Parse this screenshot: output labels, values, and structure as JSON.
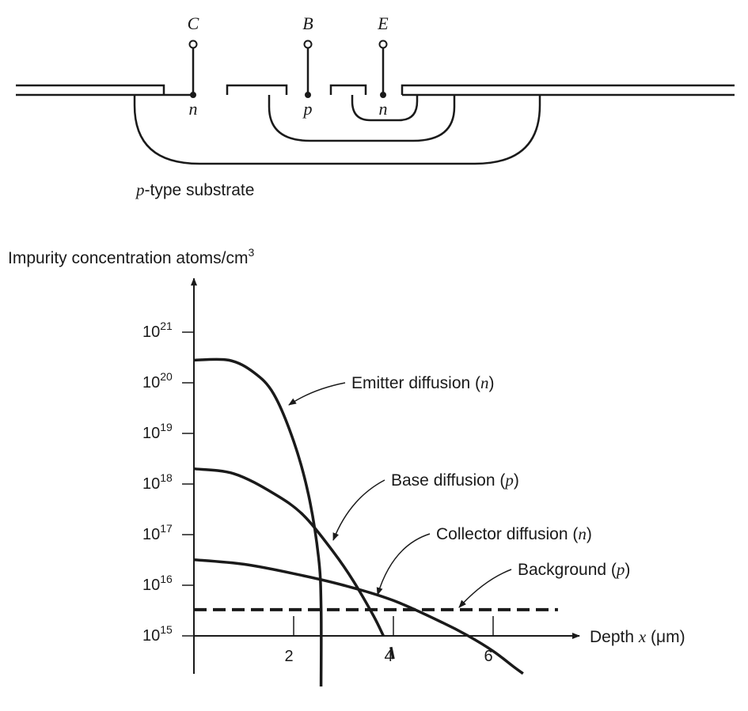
{
  "cross_section": {
    "terminals": {
      "collector": "C",
      "base": "B",
      "emitter": "E"
    },
    "regions": {
      "collector": "n",
      "base": "p",
      "emitter": "n"
    },
    "substrate_prefix": "p",
    "substrate_suffix": "-type substrate"
  },
  "chart_data": {
    "type": "line",
    "ylabel": "Impurity concentration atoms/cm",
    "ylabel_superscript": "3",
    "xlabel_prefix": "Depth ",
    "xlabel_var": "x",
    "xlabel_unit": " (μm)",
    "x_ticks": [
      "2",
      "4",
      "6"
    ],
    "y_ticks": [
      {
        "base": "10",
        "exp": "15"
      },
      {
        "base": "10",
        "exp": "16"
      },
      {
        "base": "10",
        "exp": "17"
      },
      {
        "base": "10",
        "exp": "18"
      },
      {
        "base": "10",
        "exp": "19"
      },
      {
        "base": "10",
        "exp": "20"
      },
      {
        "base": "10",
        "exp": "21"
      }
    ],
    "y_scale": "log",
    "ylim": [
      100000000000000.0,
      1e+22
    ],
    "xlim": [
      0,
      7.6
    ],
    "series": [
      {
        "name": "Emitter diffusion",
        "type_letter": "n",
        "style": "solid",
        "points": [
          [
            0,
            2.8e+20
          ],
          [
            0.7,
            2.8e+20
          ],
          [
            1.2,
            1.6e+20
          ],
          [
            1.6,
            6e+19
          ],
          [
            2.0,
            7e+18
          ],
          [
            2.3,
            6e+17
          ],
          [
            2.5,
            3.5e+16
          ],
          [
            2.55,
            4000000000000000.0
          ],
          [
            2.55,
            100000000000000.0
          ]
        ]
      },
      {
        "name": "Base diffusion",
        "type_letter": "p",
        "style": "solid",
        "points": [
          [
            0,
            2e+18
          ],
          [
            0.8,
            1.6e+18
          ],
          [
            1.6,
            6.5e+17
          ],
          [
            2.2,
            2.4e+17
          ],
          [
            2.8,
            4.5e+16
          ],
          [
            3.2,
            1.2e+16
          ],
          [
            3.6,
            2500000000000000.0
          ],
          [
            3.8,
            1000000000000000.0
          ]
        ],
        "tail": [
          [
            3.95,
            600000000000000.0
          ],
          [
            4.0,
            350000000000000.0
          ]
        ]
      },
      {
        "name": "Collector diffusion",
        "type_letter": "n",
        "style": "solid",
        "points": [
          [
            0,
            3.2e+16
          ],
          [
            1.0,
            2.6e+16
          ],
          [
            2.0,
            1.7e+16
          ],
          [
            3.0,
            1e+16
          ],
          [
            4.0,
            5000000000000000.0
          ],
          [
            5.0,
            1800000000000000.0
          ],
          [
            5.5,
            1000000000000000.0
          ],
          [
            6.0,
            500000000000000.0
          ],
          [
            6.4,
            250000000000000.0
          ],
          [
            6.6,
            180000000000000.0
          ]
        ]
      },
      {
        "name": "Background",
        "type_letter": "p",
        "style": "dashed",
        "points": [
          [
            0,
            3300000000000000.0
          ],
          [
            7.3,
            3300000000000000.0
          ]
        ]
      }
    ]
  }
}
